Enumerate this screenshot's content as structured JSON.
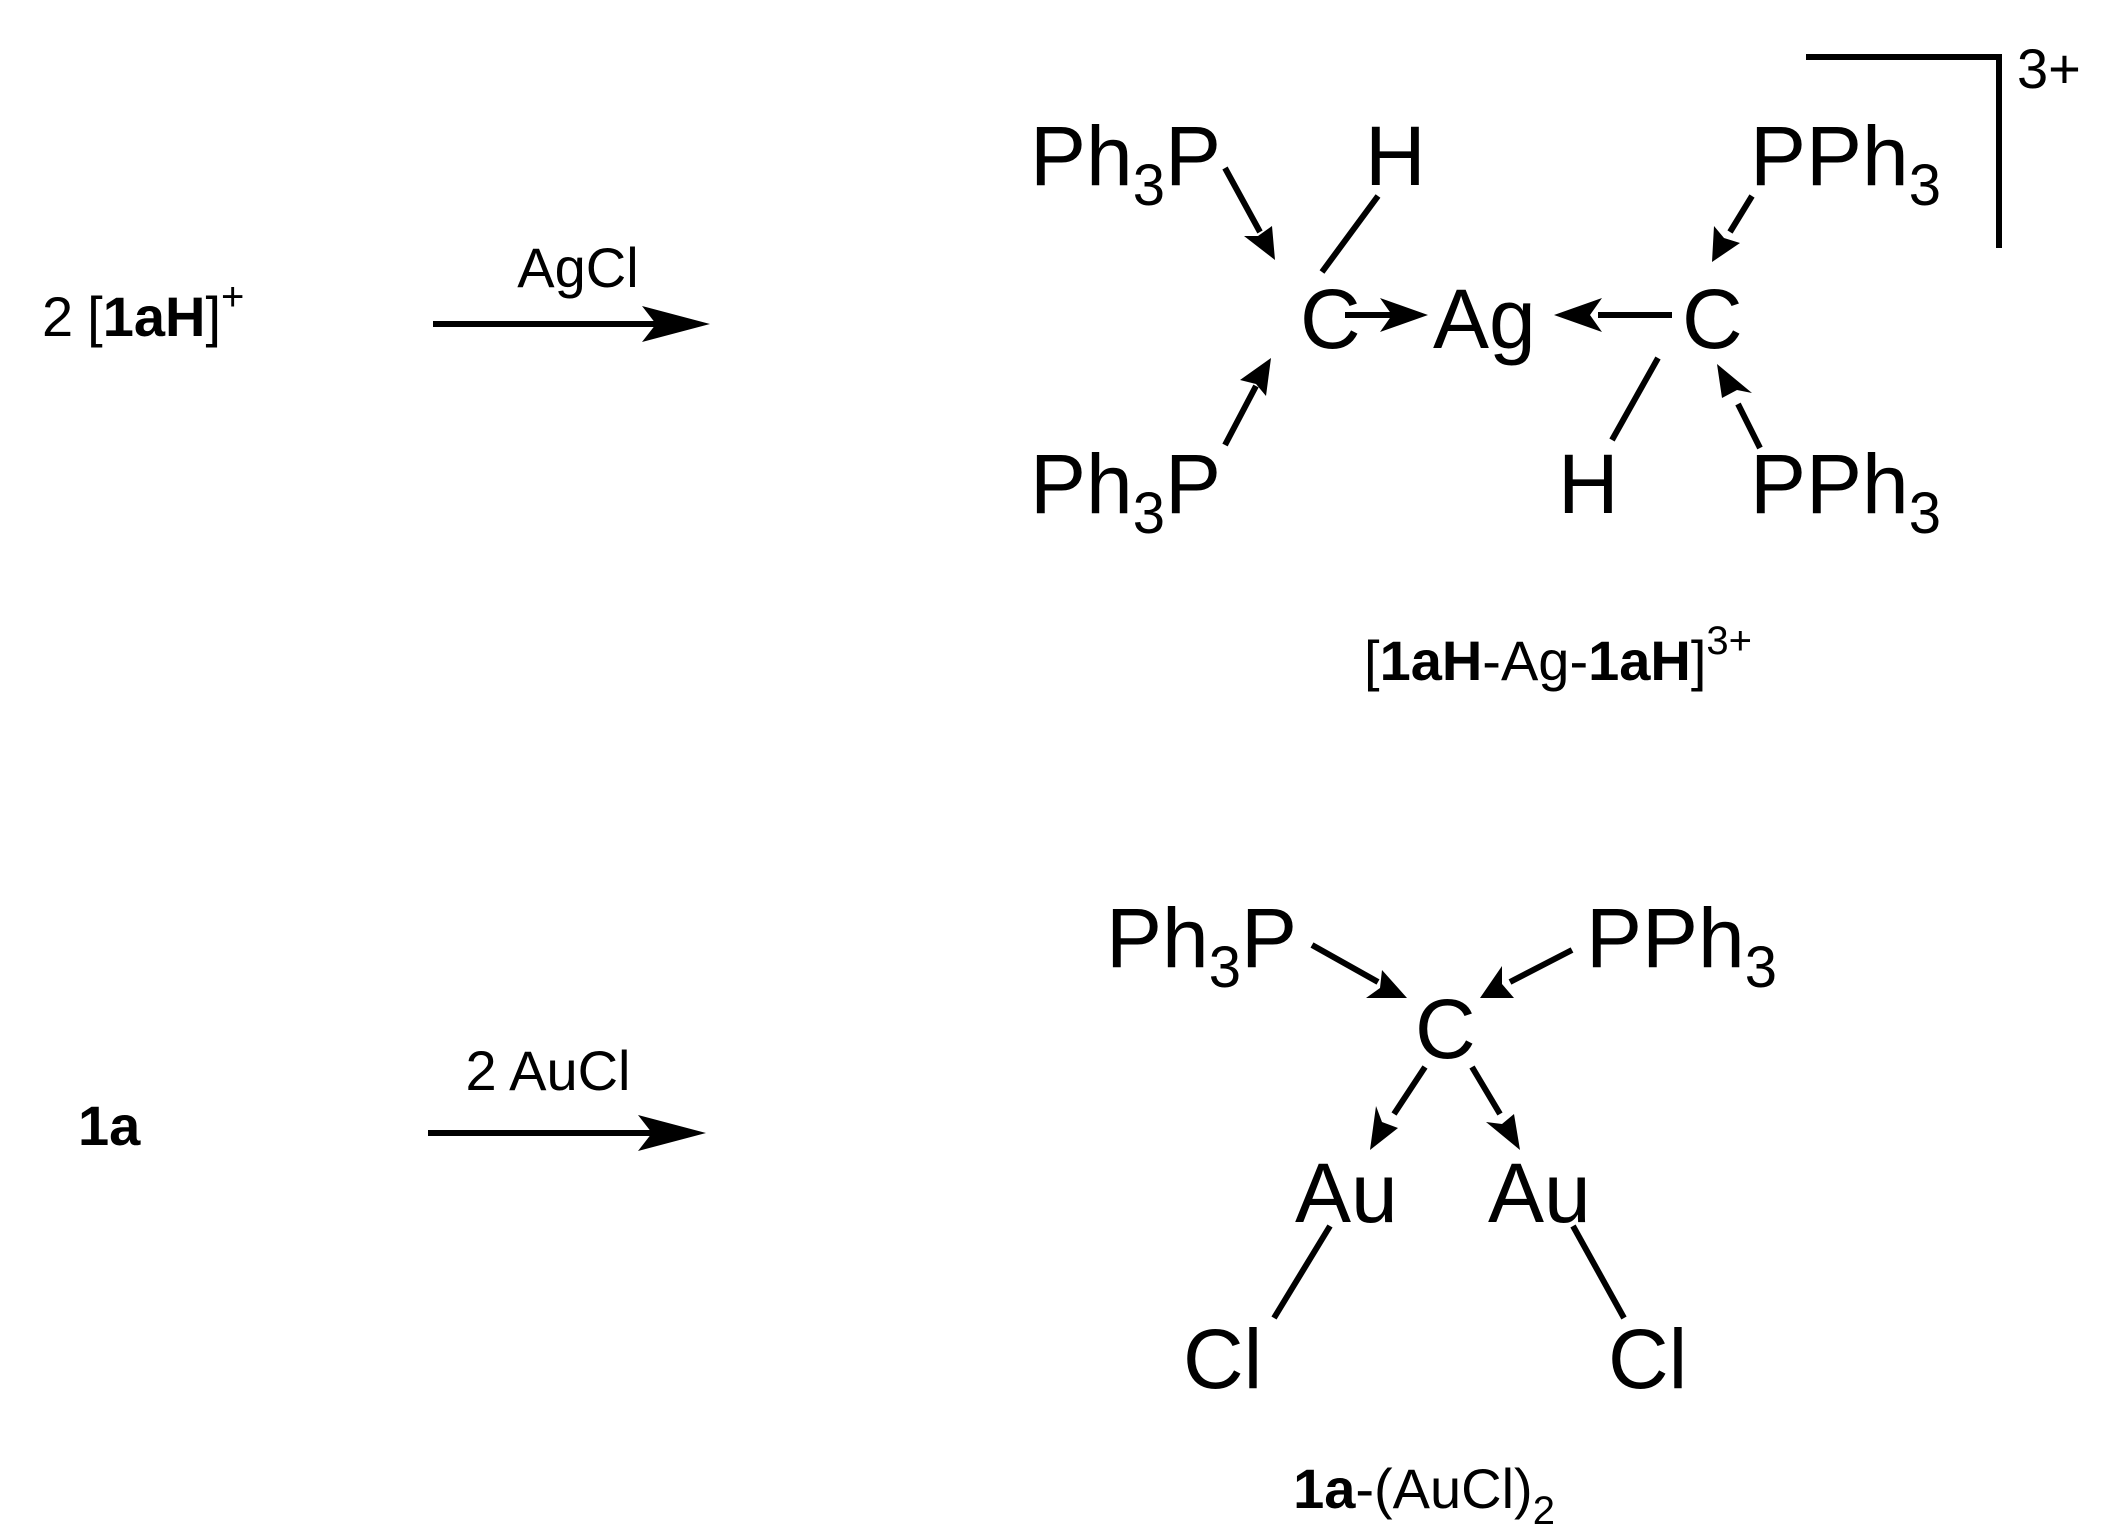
{
  "reaction1": {
    "reactant": {
      "coef": "2",
      "open": "[",
      "name": "1aH",
      "close": "]",
      "charge": "+"
    },
    "reagent": "AgCl",
    "product": {
      "charge": "3+",
      "atoms": {
        "ph3p_top": "Ph",
        "ph3p_top_sub": "3",
        "ph3p_top_p": "P",
        "h_top": "H",
        "c_left": "C",
        "ag": "Ag",
        "c_right": "C",
        "pph3_top_p": "PPh",
        "pph3_top_sub": "3",
        "ph3p_bottom": "Ph",
        "ph3p_bottom_sub": "3",
        "ph3p_bottom_p": "P",
        "h_bottom": "H",
        "pph3_bottom_p": "PPh",
        "pph3_bottom_sub": "3"
      },
      "label": {
        "open": "[",
        "part1": "1aH",
        "mid": "-Ag-",
        "part2": "1aH",
        "close": "]",
        "charge": "3+"
      }
    }
  },
  "reaction2": {
    "reactant": {
      "name": "1a"
    },
    "reagent": "2 AuCl",
    "product": {
      "atoms": {
        "ph3p": "Ph",
        "ph3p_sub": "3",
        "ph3p_p": "P",
        "pph3_p": "PPh",
        "pph3_sub": "3",
        "c": "C",
        "au_left": "Au",
        "au_right": "Au",
        "cl_left": "Cl",
        "cl_right": "Cl"
      },
      "label": {
        "part1": "1a",
        "rest": "-(AuCl)",
        "sub": "2"
      }
    }
  }
}
